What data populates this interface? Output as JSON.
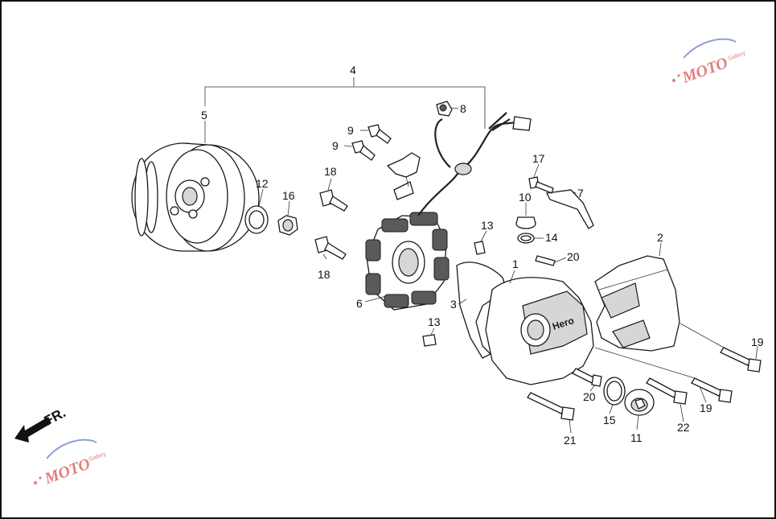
{
  "diagram": {
    "callouts": {
      "p1": "1",
      "p2": "2",
      "p3": "3",
      "p4": "4",
      "p5": "5",
      "p6": "6",
      "p7": "7",
      "p8": "8",
      "p9a": "9",
      "p9b": "9",
      "p10": "10",
      "p11": "11",
      "p12": "12",
      "p13a": "13",
      "p13b": "13",
      "p14": "14",
      "p15": "15",
      "p16": "16",
      "p17": "17",
      "p18a": "18",
      "p18b": "18",
      "p19a": "19",
      "p19b": "19",
      "p20a": "20",
      "p20b": "20",
      "p21": "21",
      "p22": "22"
    },
    "direction_label": "FR.",
    "cover_brand": "Hero",
    "watermark": {
      "text": "MOTO",
      "subtext": "Gallery"
    }
  },
  "colors": {
    "line": "#1a1a1a",
    "watermark_red": "#d9534f",
    "watermark_blue": "#6a7fc9",
    "shade": "#d6d6d6"
  }
}
